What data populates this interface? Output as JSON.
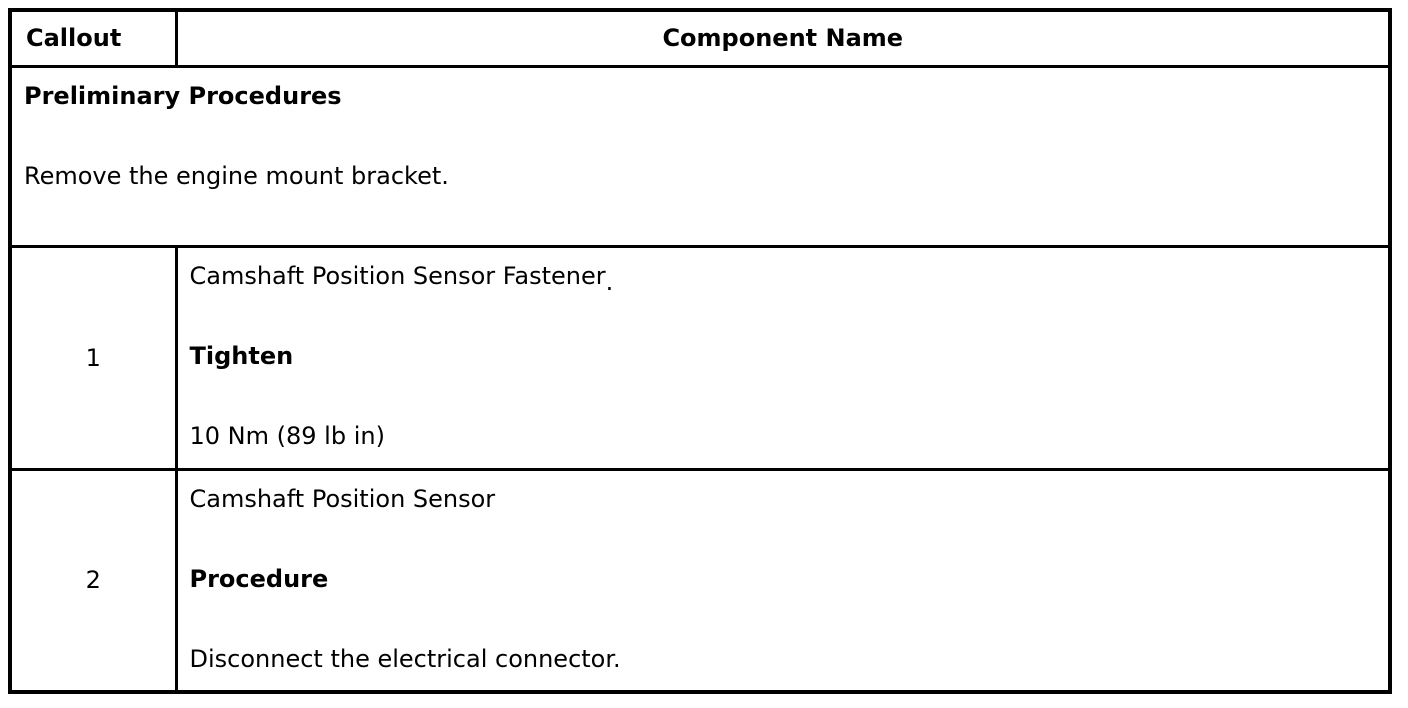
{
  "page": {
    "background_color": "#ffffff",
    "border_color": "#000000",
    "text_color": "#000000"
  },
  "table": {
    "header": {
      "callout_label": "Callout",
      "component_label": "Component Name"
    },
    "preliminary": {
      "title": "Preliminary Procedures",
      "step": "Remove the engine mount bracket."
    },
    "rows": [
      {
        "callout": "1",
        "component": "Camshaft Position Sensor Fastener",
        "component_suffix": ".",
        "action_heading": "Tighten",
        "action_detail": "10 Nm (89 lb in)"
      },
      {
        "callout": "2",
        "component": "Camshaft Position Sensor",
        "component_suffix": "",
        "action_heading": "Procedure",
        "action_detail": "Disconnect the electrical connector."
      }
    ]
  }
}
